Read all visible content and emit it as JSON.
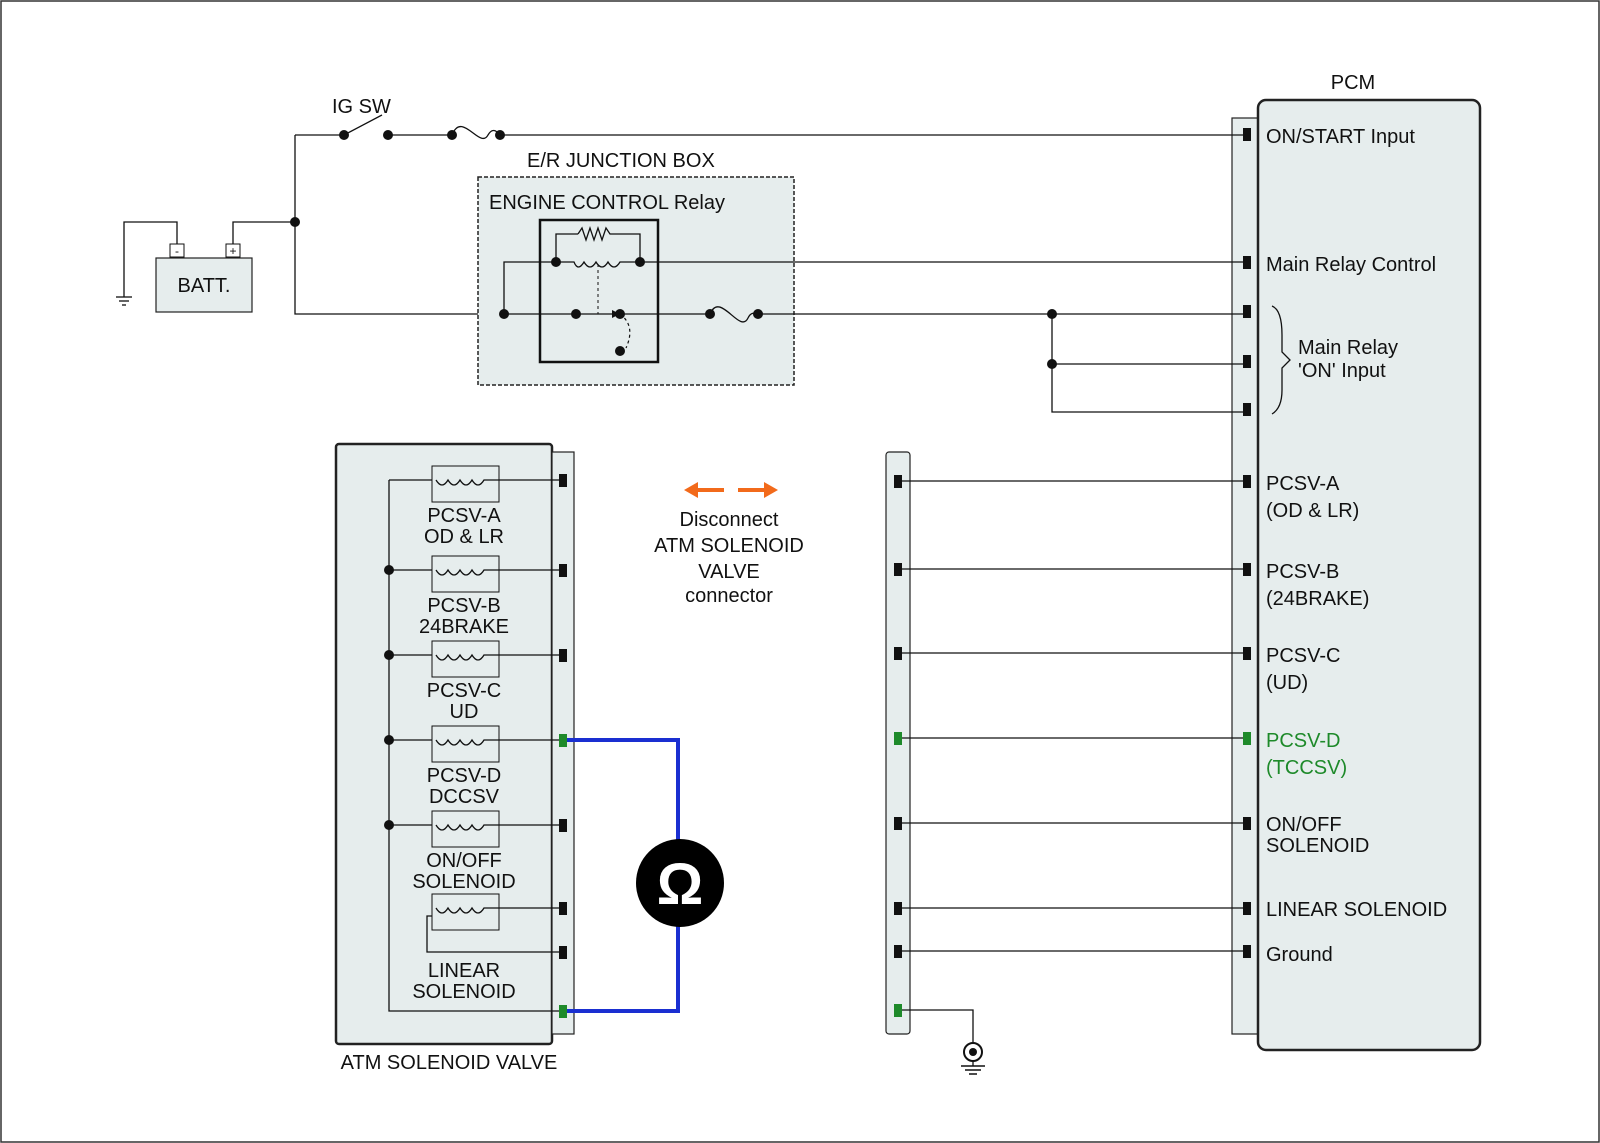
{
  "pcm": {
    "title": "PCM",
    "pins": {
      "on_start": "ON/START Input",
      "main_relay_control": "Main Relay Control",
      "main_relay_on_1": "Main Relay",
      "main_relay_on_2": "'ON' Input",
      "pcsv_a_1": "PCSV-A",
      "pcsv_a_2": "(OD & LR)",
      "pcsv_b_1": "PCSV-B",
      "pcsv_b_2": "(24BRAKE)",
      "pcsv_c_1": "PCSV-C",
      "pcsv_c_2": "(UD)",
      "pcsv_d_1": "PCSV-D",
      "pcsv_d_2": "(TCCSV)",
      "on_off_1": "ON/OFF",
      "on_off_2": "SOLENOID",
      "linear": "LINEAR SOLENOID",
      "ground": "Ground"
    }
  },
  "power": {
    "ig_sw": "IG SW",
    "battery": "BATT.",
    "minus": "-",
    "plus": "+"
  },
  "junction_box": {
    "title": "E/R JUNCTION BOX",
    "relay": "ENGINE CONTROL Relay"
  },
  "solenoid_valve": {
    "title": "ATM SOLENOID VALVE",
    "coils": [
      {
        "l1": "PCSV-A",
        "l2": "OD & LR"
      },
      {
        "l1": "PCSV-B",
        "l2": "24BRAKE"
      },
      {
        "l1": "PCSV-C",
        "l2": "UD"
      },
      {
        "l1": "PCSV-D",
        "l2": "DCCSV"
      },
      {
        "l1": "ON/OFF",
        "l2": "SOLENOID"
      },
      {
        "l1": "LINEAR",
        "l2": "SOLENOID"
      }
    ]
  },
  "instruction": {
    "l1": "Disconnect",
    "l2": "ATM SOLENOID",
    "l3": "VALVE",
    "l4": "connector"
  },
  "meter": {
    "symbol": "Ω",
    "lead_color": "#1a2fd1"
  },
  "colors": {
    "highlight": "#1e8a2a",
    "arrow": "#f26a1b",
    "panel": "#e6eded"
  }
}
